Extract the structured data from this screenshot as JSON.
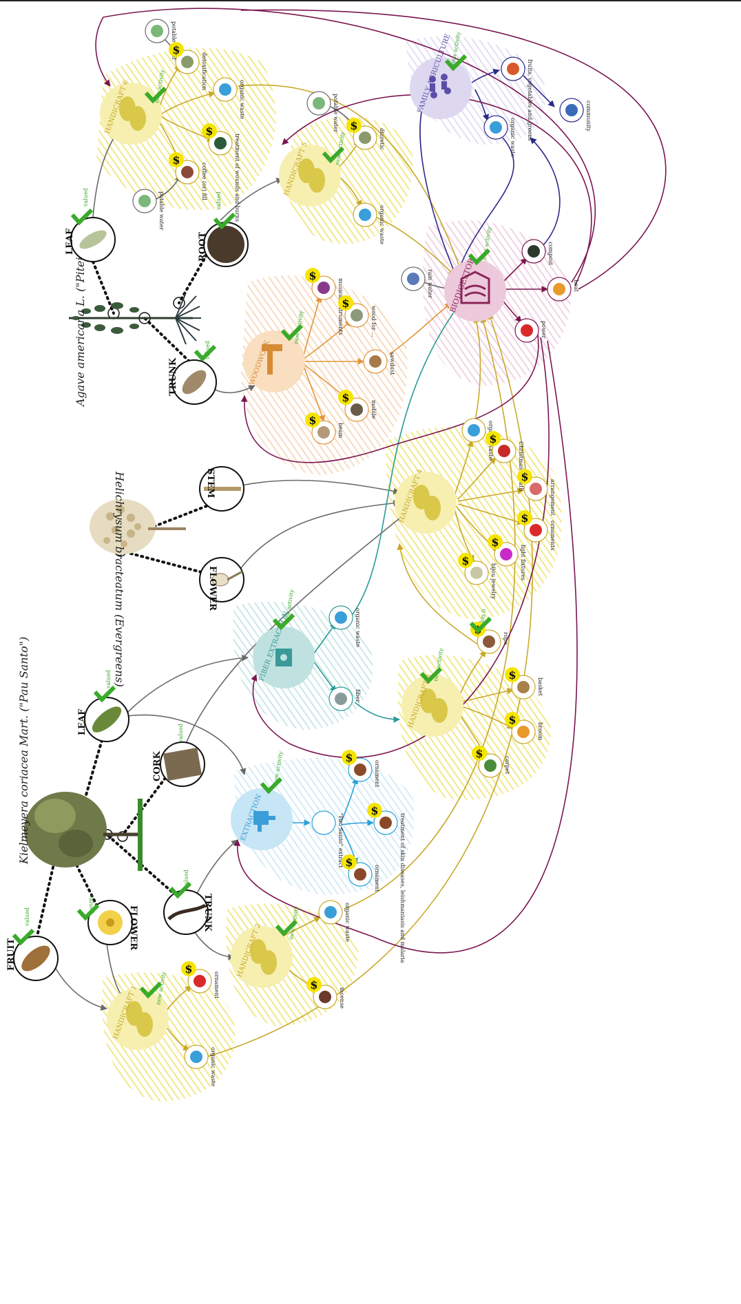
{
  "colors": {
    "handicraft": "#f3ec9c",
    "handicraft_icon": "#d9c84a",
    "woodwork": "#f6d3a8",
    "woodwork_icon": "#d88a35",
    "fiber": "#a8d8d6",
    "fiber_icon": "#3a9a98",
    "extraction": "#b8def2",
    "extraction_icon": "#3a9ed8",
    "biodigestor": "#e9c4d6",
    "biodigestor_icon": "#8b2557",
    "agriculture": "#d6d0ec",
    "agriculture_icon": "#5a4fa8",
    "check": "#3aaa2a",
    "dollar_bg": "#f5e400",
    "arrow_gray": "#6a6a6a",
    "arrow_gold": "#c8a82a",
    "arrow_orange": "#e3953a",
    "arrow_teal": "#2a9a98",
    "arrow_blue": "#2aa0d8",
    "arrow_purple": "#7a1550",
    "arrow_navy": "#2a2a8a"
  },
  "plants": {
    "agave": {
      "label": "Agave americana L. (\"Piteira\")"
    },
    "helichrysum": {
      "label": "Helichrysum bracteatum (Evergreens)"
    },
    "kielmeyera": {
      "label": "Kielmeyera coriacea Mart. (\"Pau Santo\")"
    }
  },
  "parts": {
    "agave_leaf": {
      "label": "LEAF",
      "tag": "valued"
    },
    "agave_root": {
      "label": "ROOT",
      "tag": "valued"
    },
    "agave_trunk": {
      "label": "TRUNK",
      "tag": "valued"
    },
    "heli_stem": {
      "label": "STEM"
    },
    "heli_flower": {
      "label": "FLOWER"
    },
    "kiel_leaf": {
      "label": "LEAF",
      "tag": "valued"
    },
    "kiel_cork": {
      "label": "CORK",
      "tag": "valued"
    },
    "kiel_flower": {
      "label": "FLOWER",
      "tag": "valued"
    },
    "kiel_fruit": {
      "label": "FRUIT",
      "tag": "valued"
    },
    "kiel_trunk": {
      "label": "TRUNK",
      "tag": "valued"
    }
  },
  "activities": {
    "handicraft6": {
      "label": "HANDICRAFT 6",
      "tag": "new activity"
    },
    "handicraft5": {
      "label": "HANDICRAFT 5",
      "tag": "new activity"
    },
    "handicraft4": {
      "label": "HANDICRAFT 4"
    },
    "handicraft3": {
      "label": "HANDICRAFT 3",
      "tag": "new activity"
    },
    "handicraft2": {
      "label": "HANDICRAFT 2",
      "tag": "new activity"
    },
    "handicraft1": {
      "label": "HANDICRAFT 1",
      "tag": "new activity"
    },
    "woodwork": {
      "label": "WOODWORK",
      "tag": "new activity"
    },
    "fiber": {
      "label": "FIBER EXTRACTION",
      "tag": "new activity"
    },
    "extraction": {
      "label": "EXTRACTION",
      "tag": "new activity"
    },
    "biodigestor": {
      "label": "BIODIGESTOR",
      "tag": "new activity"
    },
    "agriculture": {
      "label": "FAMILY AGRICULTURE",
      "tag": "new activity"
    }
  },
  "products": {
    "h6_potable": "potable water",
    "h6_detox": "detoxification",
    "h6_organic": "organic waste",
    "h6_treatment": "treatment of wounds and burns",
    "h6_coffee": "coffee (or) fill",
    "h6_potable2": "potable water",
    "h5_potable": "potable water",
    "h5_diuretic": "diuretic",
    "h5_organic": "organic waste",
    "ww_musical": "musical instruments",
    "ww_wood": "wood for ...",
    "ww_sawdust": "sawdust",
    "ww_mobile": "mobile",
    "ww_beam": "beam",
    "bio_rain": "rain water",
    "bio_compost": "compost",
    "bio_heat": "heat",
    "bio_power": "power",
    "agr_organic": "organic waste",
    "agr_fruits": "fruits, vegetables and greens",
    "agr_community": "community",
    "h4_organic": "organic waste",
    "h4_christmas": "Christmas wreath",
    "h4_arrangement": "arrangement",
    "h4_ornaments": "ornaments",
    "h4_lighting": "light fixtures",
    "h4_jewelry": "bijou jewelry",
    "fx_organic": "organic waste",
    "fx_fiber": "fiber",
    "h3_rope": "rope",
    "h3_km0": "km 0",
    "h3_basket": "basket",
    "h3_broom": "broom",
    "h3_carpet": "carpet",
    "ex_extract": "\"Pau Santo\" extract",
    "ex_ornament": "ornament",
    "ex_treatment": "treatment of skin diseases, leishmaniasis and malaria",
    "ex_ornament2": "ornament",
    "h2_organic": "organic waste",
    "h2_incense": "incense",
    "h1_ornament": "ornament",
    "h1_organic": "organic waste"
  }
}
